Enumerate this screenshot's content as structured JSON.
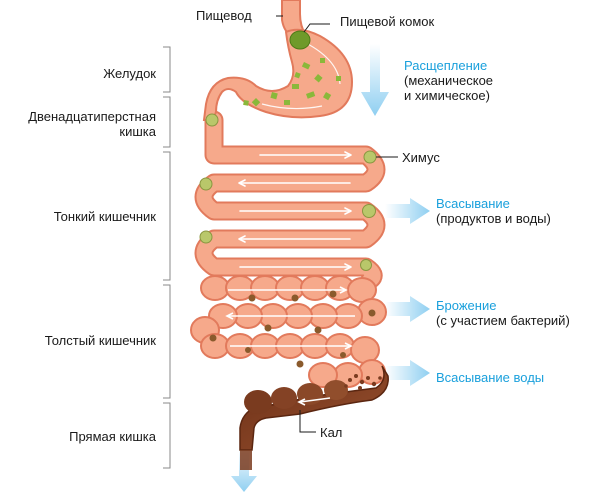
{
  "labels": {
    "esophagus": "Пищевод",
    "food_bolus": "Пищевой комок",
    "chyme": "Химус",
    "feces": "Кал"
  },
  "sections": {
    "stomach": "Желудок",
    "duodenum_line1": "Двенадцатиперстная",
    "duodenum_line2": "кишка",
    "small_intestine": "Тонкий кишечник",
    "large_intestine": "Толстый кишечник",
    "rectum": "Прямая кишка"
  },
  "processes": {
    "breakdown_title": "Расщепление",
    "breakdown_line1": "(механическое",
    "breakdown_line2": "и химическое)",
    "absorption_title": "Всасывание",
    "absorption_detail": "(продуктов и воды)",
    "fermentation_title": "Брожение",
    "fermentation_detail": "(с участием бактерий)",
    "water_absorption": "Всасывание воды"
  },
  "colors": {
    "tract_fill": "#f6a98b",
    "tract_outline": "#e27a5c",
    "process_blue": "#1aa0dc",
    "arrow_blue": "#9fd6f3",
    "food_green": "#8ab83a",
    "feces_brown": "#7a3b1f"
  }
}
